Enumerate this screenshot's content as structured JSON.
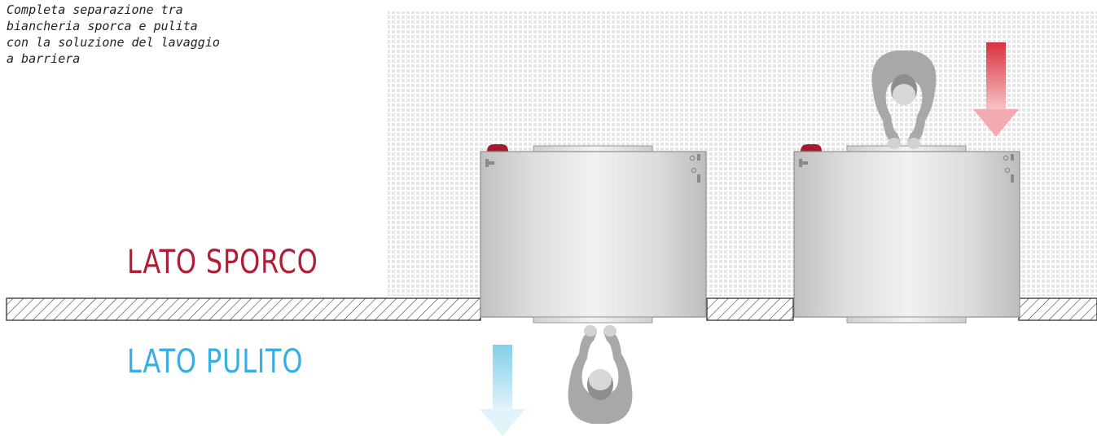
{
  "caption": {
    "lines": [
      "Completa separazione tra",
      "biancheria sporca e pulita",
      "con la soluzione del lavaggio",
      "a barriera"
    ]
  },
  "labels": {
    "dirty_side": "LATO SPORCO",
    "clean_side": "LATO PULITO"
  },
  "colors": {
    "dirty_accent": "#b01e35",
    "clean_accent": "#38aee2",
    "arrow_dirty": "#d9333f",
    "arrow_clean": "#8fd3ea",
    "machine_body": "#d5d5d5",
    "operator": "#a9a9a9",
    "wall_hatch": "#222222",
    "dot_grid": "#e4e4e4"
  },
  "icons": {
    "machine": "barrier-washer-icon",
    "operator": "operator-topview-icon",
    "arrow_down": "arrow-down-icon"
  }
}
